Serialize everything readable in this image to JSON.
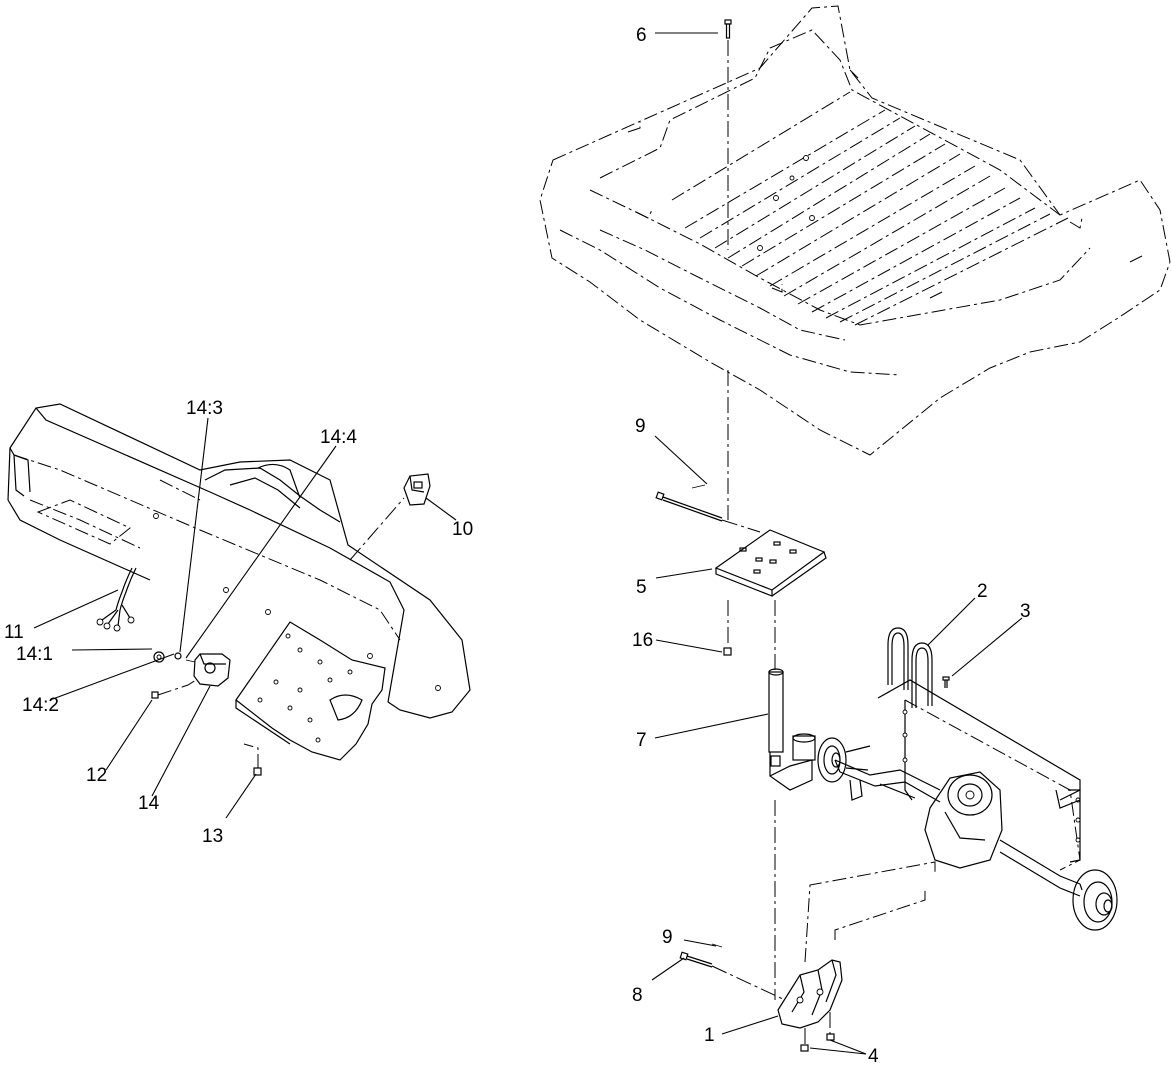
{
  "diagram": {
    "callouts": [
      {
        "id": "c6",
        "text": "6"
      },
      {
        "id": "c9a",
        "text": "9"
      },
      {
        "id": "c5",
        "text": "5"
      },
      {
        "id": "c16",
        "text": "16"
      },
      {
        "id": "c2",
        "text": "2"
      },
      {
        "id": "c3",
        "text": "3"
      },
      {
        "id": "c7",
        "text": "7"
      },
      {
        "id": "c9b",
        "text": "9"
      },
      {
        "id": "c8",
        "text": "8"
      },
      {
        "id": "c1",
        "text": "1"
      },
      {
        "id": "c4",
        "text": "4"
      },
      {
        "id": "c14_3",
        "text": "14:3"
      },
      {
        "id": "c14_4",
        "text": "14:4"
      },
      {
        "id": "c10",
        "text": "10"
      },
      {
        "id": "c11",
        "text": "11"
      },
      {
        "id": "c14_1",
        "text": "14:1"
      },
      {
        "id": "c14_2",
        "text": "14:2"
      },
      {
        "id": "c12",
        "text": "12"
      },
      {
        "id": "c14",
        "text": "14"
      },
      {
        "id": "c13",
        "text": "13"
      }
    ]
  }
}
